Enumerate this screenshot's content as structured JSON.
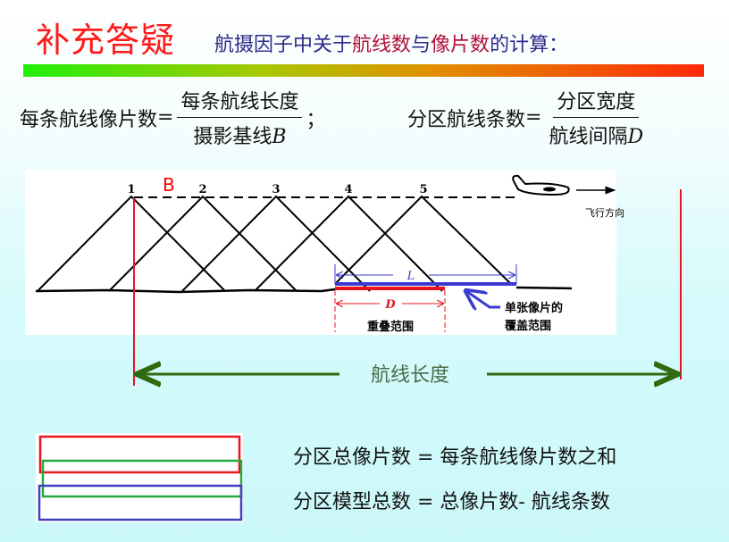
{
  "header": {
    "title": "补充答疑",
    "subtitle_part1": "航摄因子中关于",
    "subtitle_part2": "航线数",
    "subtitle_part3": "与",
    "subtitle_part4": "像片数",
    "subtitle_part5": "的计算："
  },
  "formula1": {
    "lhs": "每条航线像片数",
    "eq": "=",
    "numerator": "每条航线长度",
    "denominator": "摄影基线",
    "denominator_var": "B",
    "sep": "；"
  },
  "formula2": {
    "lhs": "分区航线条数",
    "eq": "=",
    "numerator": "分区宽度",
    "denominator": "航线间隔",
    "denominator_var": "D"
  },
  "diagram": {
    "stations": [
      "1",
      "2",
      "3",
      "4",
      "5"
    ],
    "baseline_label": "B",
    "flight_direction": "飞行方向",
    "coverage_length_label": "L",
    "overlap_length_label": "D",
    "overlap_caption": "重叠范围",
    "coverage_caption_line1": "单张像片的",
    "coverage_caption_line2": "覆盖范围",
    "route_length_label": "航线长度"
  },
  "equations": {
    "total_photos": "分区总像片数 = 每条航线像片数之和",
    "total_models": "分区模型总数 = 总像片数- 航线条数"
  },
  "colors": {
    "title": "#ff1a1a",
    "subtitle": "#2a2a8a",
    "red": "#e8141e",
    "blue": "#3a3ad0",
    "green": "#2e6a0e"
  }
}
